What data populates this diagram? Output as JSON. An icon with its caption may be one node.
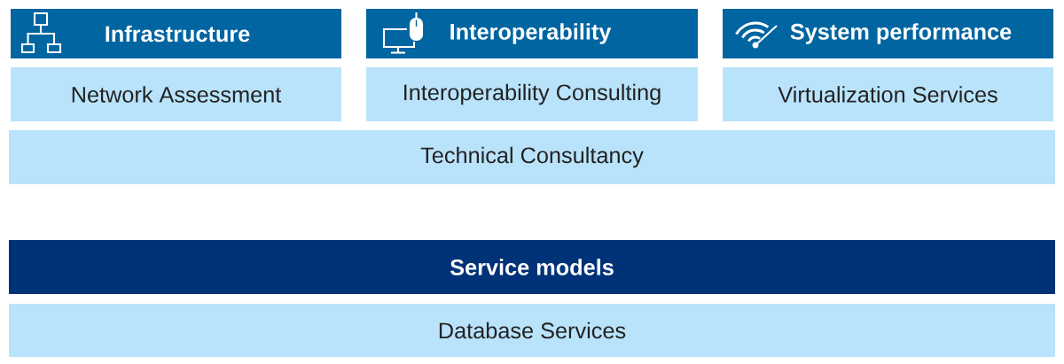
{
  "diagram": {
    "nodes": [
      {
        "text": [
          "Infrastructure"
        ]
      },
      {
        "text": [
          "Interoperability"
        ]
      },
      {
        "text": [
          "System performance"
        ]
      },
      {
        "text": [
          "Network Assessment"
        ]
      },
      {
        "text": [
          "Interoperability Consulting"
        ]
      },
      {
        "text": [
          "Virtualization Services"
        ]
      },
      {
        "text": [
          "Technical Consultancy"
        ]
      },
      {
        "text": [
          "Service models"
        ]
      },
      {
        "text": [
          "Database Services"
        ]
      }
    ]
  }
}
